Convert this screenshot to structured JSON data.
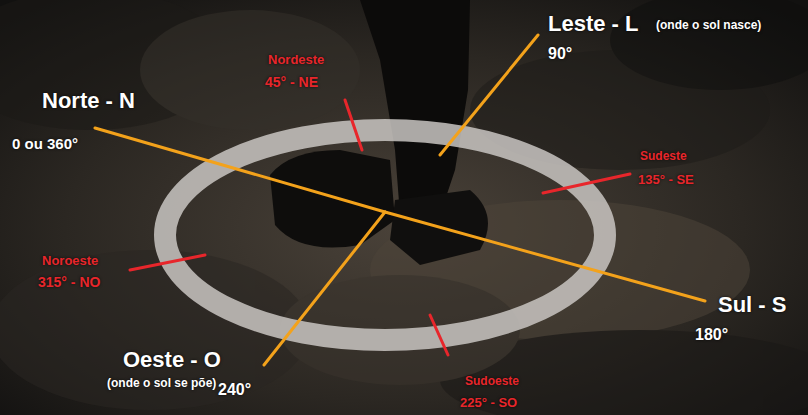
{
  "diagram": {
    "labels": [
      "Norte - N",
      "0 ou 360°",
      "Leste - L",
      "(onde o sol nasce)",
      "90°",
      "Nordeste",
      "45° - NE",
      "Sudeste",
      "135° - SE",
      "Sul - S",
      "180°",
      "Sudoeste",
      "225° - SO",
      "Oeste - O",
      "(onde o sol se põe)",
      "240°",
      "Noroeste",
      "315° - NO"
    ]
  }
}
